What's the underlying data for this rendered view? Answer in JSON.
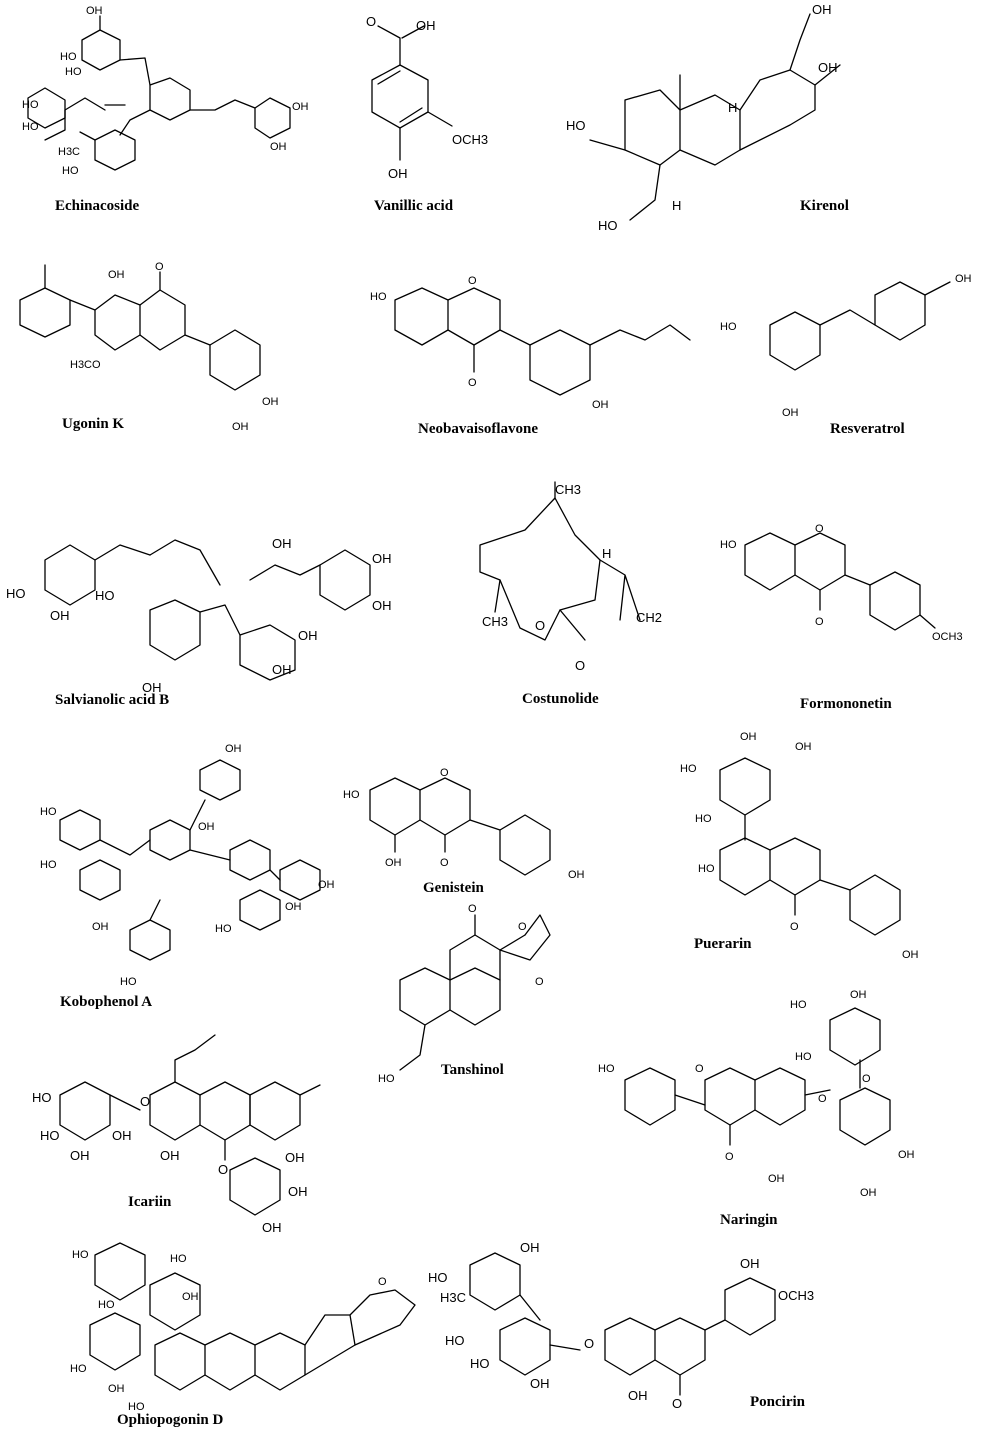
{
  "compounds": [
    {
      "name": "Echinacoside"
    },
    {
      "name": "Vanillic acid"
    },
    {
      "name": "Kirenol"
    },
    {
      "name": "Ugonin K"
    },
    {
      "name": "Neobavaisoflavone"
    },
    {
      "name": "Resveratrol"
    },
    {
      "name": "Salvianolic acid B"
    },
    {
      "name": "Costunolide"
    },
    {
      "name": "Formononetin"
    },
    {
      "name": "Kobophenol A"
    },
    {
      "name": "Genistein"
    },
    {
      "name": "Puerarin"
    },
    {
      "name": "Tanshinol"
    },
    {
      "name": "Icariin"
    },
    {
      "name": "Naringin"
    },
    {
      "name": "Ophiopogonin D"
    },
    {
      "name": "Poncirin"
    }
  ],
  "atoms": {
    "oh": "OH",
    "ho": "HO",
    "o": "O",
    "och3": "OCH3",
    "h3c": "H3C",
    "ch3": "CH3",
    "ch2": "CH2",
    "h": "H",
    "h3co": "H3CO"
  }
}
